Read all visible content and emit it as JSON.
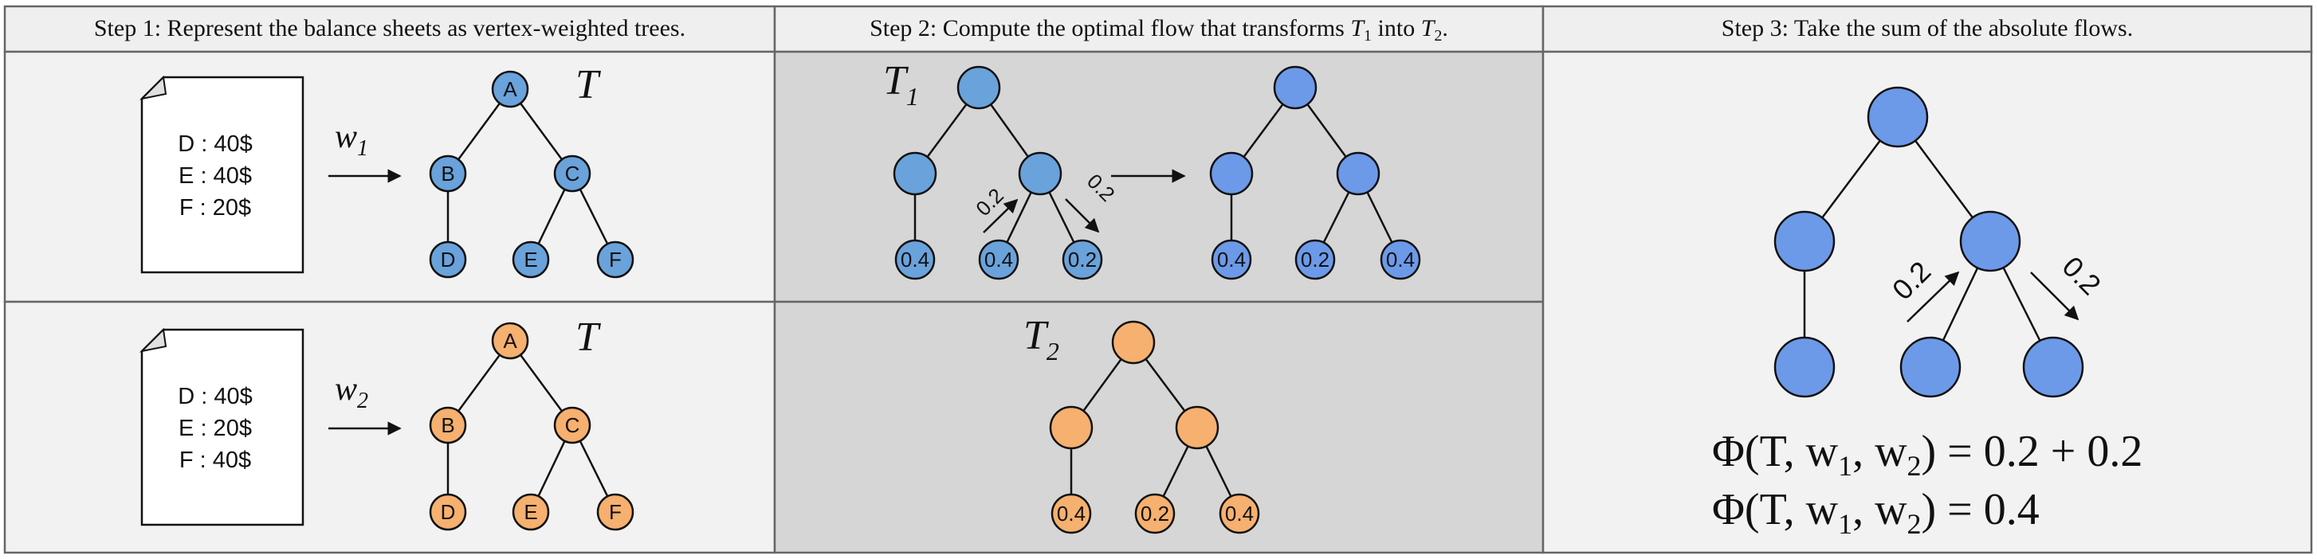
{
  "colors": {
    "panel_bg": "#f2f2f2",
    "panel_gray": "#d6d6d6",
    "header_bg": "#efefef",
    "border": "#666666",
    "blue_light": "#6aa2db",
    "blue": "#6c9ae8",
    "orange": "#f6b06f",
    "line": "#111111"
  },
  "headers": {
    "step1": "Step 1: Represent the balance sheets as vertex-weighted trees.",
    "step2_prefix": "Step 2: Compute the optimal flow that transforms ",
    "step2_t1": "T",
    "step2_t1_sub": "1",
    "step2_mid": " into ",
    "step2_t2": "T",
    "step2_t2_sub": "2",
    "step2_end": ".",
    "step3": "Step 3: Take the sum of the absolute flows."
  },
  "step1": {
    "top": {
      "doc_lines": [
        "D : 40$",
        "E : 40$",
        "F : 20$"
      ],
      "arrow_label": "w",
      "arrow_sub": "1",
      "tree_label": "T",
      "nodes": {
        "root": "A",
        "left": "B",
        "right": "C",
        "ll": "D",
        "rl": "E",
        "rr": "F"
      }
    },
    "bottom": {
      "doc_lines": [
        "D : 40$",
        "E : 20$",
        "F : 40$"
      ],
      "arrow_label": "w",
      "arrow_sub": "2",
      "tree_label": "T",
      "nodes": {
        "root": "A",
        "left": "B",
        "right": "C",
        "ll": "D",
        "rl": "E",
        "rr": "F"
      }
    }
  },
  "step2": {
    "t1_label": "T",
    "t1_sub": "1",
    "t1_leaves": [
      "0.4",
      "0.4",
      "0.2"
    ],
    "flow_left": "0.2",
    "flow_right": "0.2",
    "result_leaves": [
      "0.4",
      "0.2",
      "0.4"
    ],
    "t2_label": "T",
    "t2_sub": "2",
    "t2_leaves": [
      "0.4",
      "0.2",
      "0.4"
    ]
  },
  "step3": {
    "flow_left": "0.2",
    "flow_right": "0.2",
    "formula1_lhs": "Φ(T, w",
    "formula1_s1": "1",
    "formula1_mid": ", w",
    "formula1_s2": "2",
    "formula1_rhs": ") = 0.2 + 0.2",
    "formula2_lhs": "Φ(T, w",
    "formula2_s1": "1",
    "formula2_mid": ", w",
    "formula2_s2": "2",
    "formula2_rhs": ") = 0.4"
  }
}
